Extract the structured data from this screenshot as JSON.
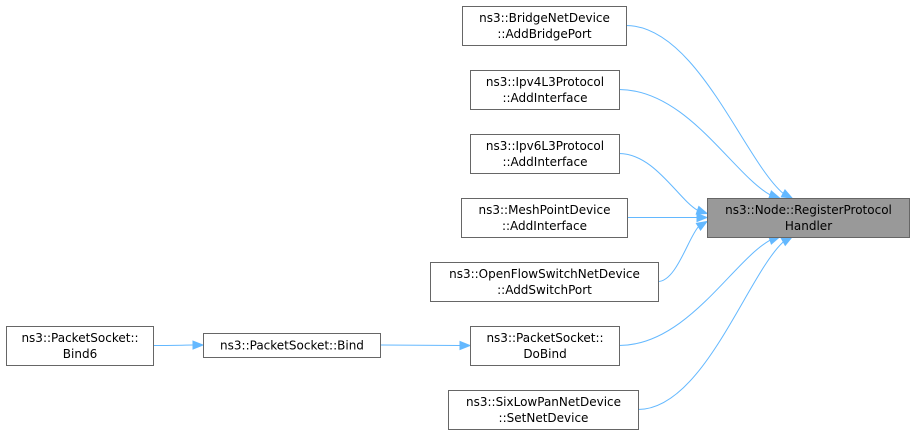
{
  "graph": {
    "nodes": [
      {
        "id": "register",
        "lines": [
          "ns3::Node::RegisterProtocol",
          "Handler"
        ],
        "focus": true
      },
      {
        "id": "bridge",
        "lines": [
          "ns3::BridgeNetDevice",
          "::AddBridgePort"
        ]
      },
      {
        "id": "ipv4",
        "lines": [
          "ns3::Ipv4L3Protocol",
          "::AddInterface"
        ]
      },
      {
        "id": "ipv6",
        "lines": [
          "ns3::Ipv6L3Protocol",
          "::AddInterface"
        ]
      },
      {
        "id": "mesh",
        "lines": [
          "ns3::MeshPointDevice",
          "::AddInterface"
        ]
      },
      {
        "id": "openflow",
        "lines": [
          "ns3::OpenFlowSwitchNetDevice",
          "::AddSwitchPort"
        ]
      },
      {
        "id": "dobind",
        "lines": [
          "ns3::PacketSocket::",
          "DoBind"
        ]
      },
      {
        "id": "sixlowpan",
        "lines": [
          "ns3::SixLowPanNetDevice",
          "::SetNetDevice"
        ]
      },
      {
        "id": "bind",
        "lines": [
          "ns3::PacketSocket::Bind"
        ]
      },
      {
        "id": "bind6",
        "lines": [
          "ns3::PacketSocket::",
          "Bind6"
        ]
      }
    ],
    "edges": [
      {
        "from": "bridge",
        "to": "register"
      },
      {
        "from": "ipv4",
        "to": "register"
      },
      {
        "from": "ipv6",
        "to": "register"
      },
      {
        "from": "mesh",
        "to": "register"
      },
      {
        "from": "openflow",
        "to": "register"
      },
      {
        "from": "dobind",
        "to": "register"
      },
      {
        "from": "sixlowpan",
        "to": "register"
      },
      {
        "from": "bind",
        "to": "dobind"
      },
      {
        "from": "bind6",
        "to": "bind"
      }
    ]
  }
}
